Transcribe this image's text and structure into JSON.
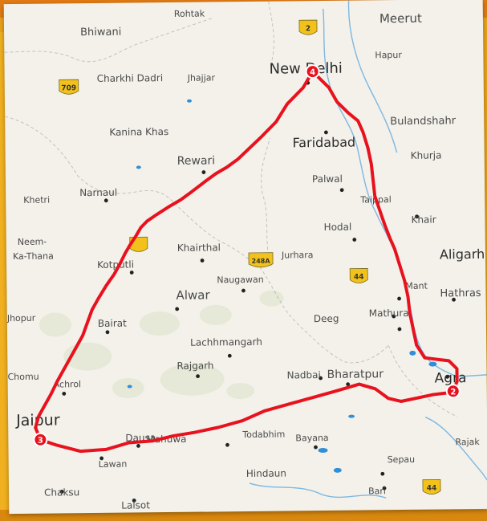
{
  "colors": {
    "route": "#e8121e",
    "land": "#f3f1ea",
    "water": "#2f8fd8",
    "river": "#4aa0e0",
    "terrain": "#dfe6cf",
    "frame_orange": "#e07a14",
    "frame_yellow": "#f0b020",
    "shield_yellow": "#f2c21b",
    "shield_green": "#8bbd3a"
  },
  "places": [
    {
      "name": "Rohtak",
      "size": 11
    },
    {
      "name": "Meerut",
      "size": 15
    },
    {
      "name": "Bhiwani",
      "size": 13
    },
    {
      "name": "Hapur",
      "size": 11
    },
    {
      "name": "Charkhi Dadri",
      "size": 12
    },
    {
      "name": "Jhajjar",
      "size": 11
    },
    {
      "name": "New Delhi",
      "size": 18,
      "major": true
    },
    {
      "name": "Bulandshahr",
      "size": 13
    },
    {
      "name": "Kanina Khas",
      "size": 12
    },
    {
      "name": "Faridabad",
      "size": 16,
      "major": true
    },
    {
      "name": "Khurja",
      "size": 12
    },
    {
      "name": "Rewari",
      "size": 14
    },
    {
      "name": "Palwal",
      "size": 12
    },
    {
      "name": "Khetri",
      "size": 11
    },
    {
      "name": "Narnaul",
      "size": 12
    },
    {
      "name": "Taippal",
      "size": 11
    },
    {
      "name": "Khair",
      "size": 12
    },
    {
      "name": "Neem-",
      "size": 11
    },
    {
      "name": "Ka-Thana",
      "size": 11
    },
    {
      "name": "Hodal",
      "size": 12
    },
    {
      "name": "Khairthal",
      "size": 12
    },
    {
      "name": "Jurhara",
      "size": 11
    },
    {
      "name": "Aligarh",
      "size": 16,
      "major": true
    },
    {
      "name": "Kotputli",
      "size": 12
    },
    {
      "name": "Naugawan",
      "size": 11
    },
    {
      "name": "Alwar",
      "size": 15
    },
    {
      "name": "Mant",
      "size": 11
    },
    {
      "name": "Hathras",
      "size": 13
    },
    {
      "name": "Jhopur",
      "size": 11
    },
    {
      "name": "Bairat",
      "size": 12
    },
    {
      "name": "Mathura",
      "size": 12
    },
    {
      "name": "Deeg",
      "size": 12
    },
    {
      "name": "Lachhmangarh",
      "size": 12
    },
    {
      "name": "Rajgarh",
      "size": 12
    },
    {
      "name": "Chomu",
      "size": 11
    },
    {
      "name": "Achrol",
      "size": 11
    },
    {
      "name": "Nadbai",
      "size": 12
    },
    {
      "name": "Bharatpur",
      "size": 14
    },
    {
      "name": "Agra",
      "size": 17,
      "major": true
    },
    {
      "name": "Jaipur",
      "size": 19,
      "major": true
    },
    {
      "name": "Dausa",
      "size": 12
    },
    {
      "name": "Mahuwa",
      "size": 12
    },
    {
      "name": "Todabhim",
      "size": 11
    },
    {
      "name": "Bayana",
      "size": 11
    },
    {
      "name": "Rajak",
      "size": 11
    },
    {
      "name": "Lawan",
      "size": 11
    },
    {
      "name": "Sepau",
      "size": 11
    },
    {
      "name": "Hindaun",
      "size": 12
    },
    {
      "name": "Chaksu",
      "size": 12
    },
    {
      "name": "Lalsot",
      "size": 12
    },
    {
      "name": "Bari",
      "size": 11
    }
  ],
  "shields": [
    {
      "label": "2",
      "color": "yellow"
    },
    {
      "label": "709",
      "color": "yellow"
    },
    {
      "label": "",
      "color": "yellow"
    },
    {
      "label": "248A",
      "color": "yellow"
    },
    {
      "label": "44",
      "color": "yellow"
    },
    {
      "label": "44",
      "color": "yellow"
    }
  ],
  "markers": [
    {
      "label": "4"
    },
    {
      "label": "2"
    },
    {
      "label": "3"
    }
  ]
}
